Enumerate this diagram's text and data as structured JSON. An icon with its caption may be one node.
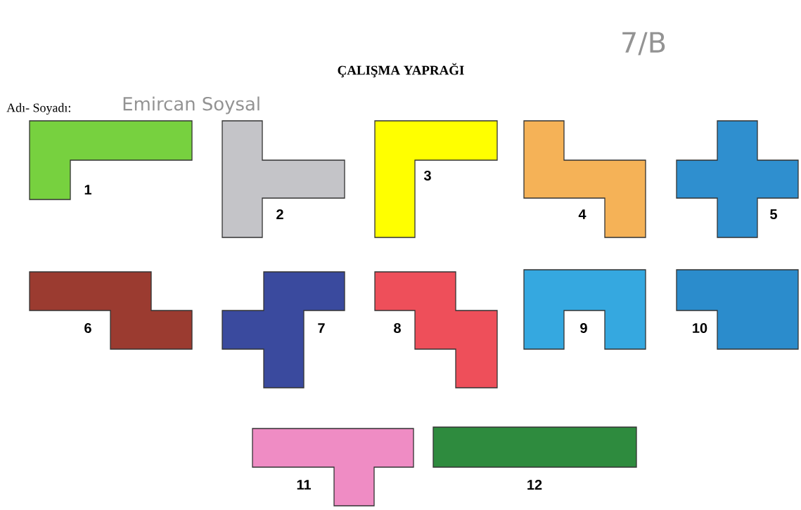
{
  "diagram": {
    "title": "ÇALIŞMA YAPRAĞI",
    "nodes": [
      {
        "text": [],
        "shape": "polygon",
        "beside": [
          "1"
        ]
      },
      {
        "text": [],
        "shape": "polygon",
        "beside": [
          "2"
        ]
      },
      {
        "text": [],
        "shape": "polygon",
        "beside": [
          "3"
        ]
      },
      {
        "text": [],
        "shape": "polygon",
        "beside": [
          "4"
        ]
      },
      {
        "text": [],
        "shape": "polygon",
        "beside": [
          "5"
        ]
      },
      {
        "text": [],
        "shape": "polygon",
        "beside": [
          "6"
        ]
      },
      {
        "text": [],
        "shape": "polygon",
        "beside": [
          "7"
        ]
      },
      {
        "text": [],
        "shape": "polygon",
        "beside": [
          "8"
        ]
      },
      {
        "text": [],
        "shape": "polygon",
        "beside": [
          "9"
        ]
      },
      {
        "text": [],
        "shape": "polygon",
        "beside": [
          "10"
        ]
      },
      {
        "text": [],
        "shape": "polygon",
        "beside": [
          "11"
        ]
      },
      {
        "text": [],
        "shape": "polygon",
        "beside": [
          "12"
        ]
      }
    ],
    "labels": [
      "Adı- Soyadı:",
      "Emircan Soysal",
      "7/B"
    ]
  }
}
